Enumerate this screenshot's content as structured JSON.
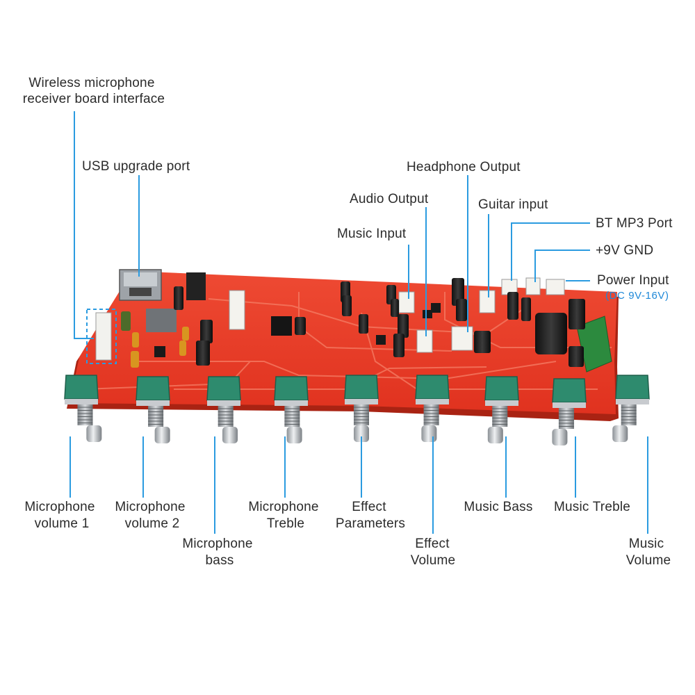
{
  "colors": {
    "board": "#e63a26",
    "board_dark": "#b8281a",
    "trace": "#f26b55",
    "leader": "#2a9be0",
    "knob_base": "#2e8b6e",
    "shaft": "#c9cdd1",
    "text": "#2b2b2b",
    "note": "#1e88d8"
  },
  "labels": {
    "wireless_line1": "Wireless microphone",
    "wireless_line2": "receiver board interface",
    "usb": "USB upgrade port",
    "headphone_output": "Headphone Output",
    "audio_output": "Audio Output",
    "guitar_input": "Guitar input",
    "music_input": "Music Input",
    "bt_mp3": "BT MP3 Port",
    "power_9v": "+9V GND",
    "power_input": "Power Input",
    "power_input_note": "(DC 9V-16V)",
    "mic_vol1_line1": "Microphone",
    "mic_vol1_line2": "volume 1",
    "mic_vol2_line1": "Microphone",
    "mic_vol2_line2": "volume 2",
    "mic_bass_line1": "Microphone",
    "mic_bass_line2": "bass",
    "mic_treble_line1": "Microphone",
    "mic_treble_line2": "Treble",
    "effect_params_line1": "Effect",
    "effect_params_line2": "Parameters",
    "effect_volume_line1": "Effect",
    "effect_volume_line2": "Volume",
    "music_bass": "Music Bass",
    "music_treble": "Music Treble",
    "music_volume_line1": "Music",
    "music_volume_line2": "Volume"
  },
  "icons": {
    "board": "pcb-board-photo",
    "knob": "rotary-potentiometer",
    "connector": "white-jst-connector"
  }
}
